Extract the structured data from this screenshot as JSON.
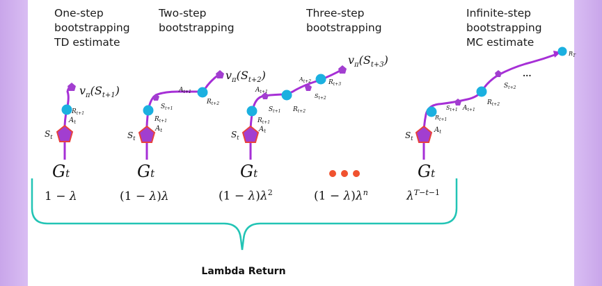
{
  "columns": [
    {
      "title": "One-step\nbootstrapping\nTD estimate",
      "return": "Gt",
      "weight": "1 − λ",
      "value_label": "vπ(St+1)"
    },
    {
      "title": "Two-step\nbootstrapping",
      "return": "Gt",
      "weight": "(1 − λ)λ",
      "value_label": "vπ(St+2)"
    },
    {
      "title": "Three-step\nbootstrapping",
      "return": "Gt",
      "weight": "(1 − λ)λ²",
      "value_label": "vπ(St+3)"
    },
    {
      "title": "",
      "return": "",
      "weight": "(1 − λ)λⁿ",
      "value_label": ""
    },
    {
      "title": "Infinite-step\nbootstrapping\nMC estimate",
      "return": "Gt",
      "weight": "λ^(T−t−1)",
      "value_label": "RT"
    }
  ],
  "ellipsis_color": "#f0522f",
  "colors": {
    "path": "#a62fd6",
    "state": "#a23ed0",
    "state_border": "#e8423d",
    "reward": "#1bb0e0",
    "brace": "#22c4b5",
    "side_panel": "#c9a6ea"
  },
  "labels": {
    "st": "St",
    "at": "At",
    "rt1": "Rt+1",
    "st1": "St+1",
    "at1": "At+1",
    "rt2": "Rt+2",
    "st2": "St+2",
    "at2": "At+2",
    "rt3": "Rt+3",
    "dots": "..."
  },
  "footer": {
    "label": "Lambda Return"
  }
}
